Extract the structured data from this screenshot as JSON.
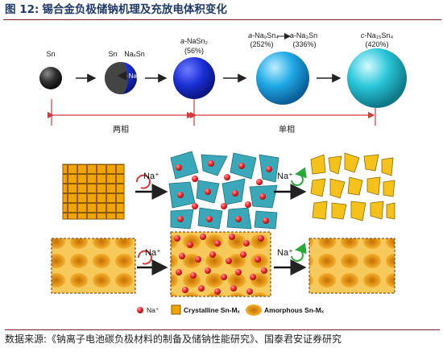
{
  "header": {
    "figure_label": "图 12:",
    "title": "锡合金负极储钠机理及充放电体积变化"
  },
  "stages": [
    {
      "id": "sn",
      "name": "Sn",
      "percent": ""
    },
    {
      "id": "sn-na",
      "name_left": "Sn",
      "name_right": "NaₓSn",
      "inner_label": "Na⁺"
    },
    {
      "id": "nasn2",
      "prefix": "a-",
      "name": "NaSn₂",
      "percent": "(56%)"
    },
    {
      "id": "na9sn4",
      "prefix": "a-",
      "name": "Na₉Sn₄",
      "percent": "(252%)",
      "sub": "a-Na₃Sn",
      "sub_percent": "(336%)"
    },
    {
      "id": "na15sn4",
      "prefix": "c-",
      "name": "Na₁₅Sn₄",
      "percent": "(420%)"
    }
  ],
  "phases": {
    "two_phase": "两相",
    "single_phase": "单相"
  },
  "reaction_labels": [
    "Na⁺",
    "Na⁺",
    "Na⁺",
    "Na⁺"
  ],
  "legend": {
    "na": "Na⁺",
    "crystalline": "Crystalline Sn-Mₓ",
    "amorphous": "Amorphous Sn-Mₓ"
  },
  "colors": {
    "title": "#1f3a6b",
    "rule": "#7a1f22",
    "bracket": "#d83a3a",
    "sphere_dark": "#2a2a2a",
    "sphere_blue": "#1a2fd4",
    "sphere_cyan": "#1fa9e6",
    "sphere_teal": "#28c6d8",
    "crystal": "#f2a400",
    "amorphous": "#f0a11c",
    "fragment_teal": "#3aa8b8",
    "fragment_yellow": "#f4c21a",
    "na_ion": "#e8262a"
  },
  "footer": {
    "source": "数据来源:《钠离子电池碳负极材料的制备及储钠性能研究》、国泰君安证券研究"
  }
}
